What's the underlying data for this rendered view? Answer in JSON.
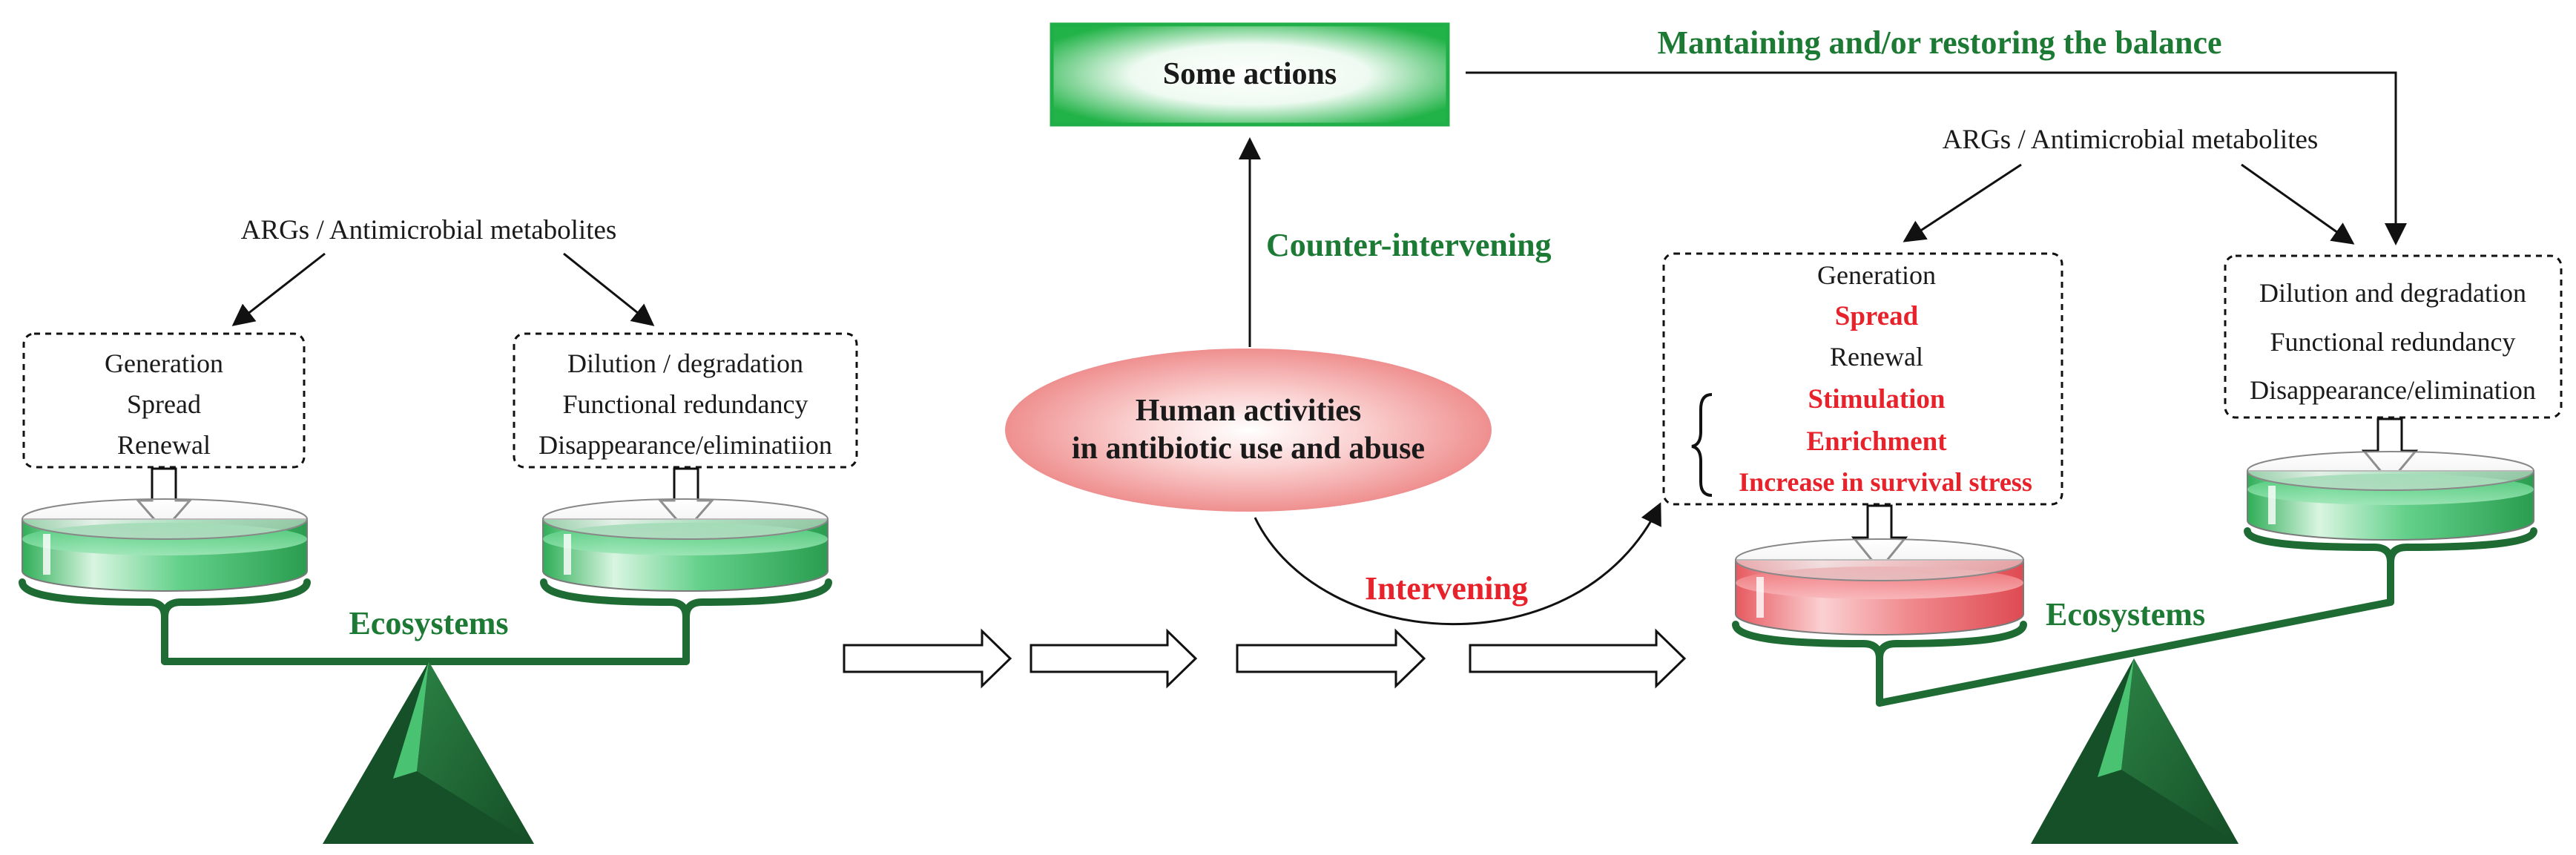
{
  "left_panel": {
    "sources_label": "ARGs / Antimicrobial metabolites",
    "box_left": {
      "lines": [
        "Generation",
        "Spread",
        "Renewal"
      ]
    },
    "box_right": {
      "lines": [
        "Dilution / degradation",
        "Functional redundancy",
        "Disappearance/eliminatiion"
      ]
    },
    "ecosystems_label": "Ecosystems"
  },
  "center": {
    "actions_label": "Some actions",
    "counter_label": "Counter-intervening",
    "human_activities_line1": "Human activities",
    "human_activities_line2": "in antibiotic use and abuse",
    "intervening_label": "Intervening",
    "balance_label": "Mantaining and/or restoring the balance"
  },
  "right_panel": {
    "sources_label": "ARGs / Antimicrobial metabolites",
    "box_left": {
      "lines": [
        {
          "text": "Generation",
          "style": "normal"
        },
        {
          "text": "Spread",
          "style": "red"
        },
        {
          "text": "Renewal",
          "style": "normal"
        },
        {
          "text": "Stimulation",
          "style": "red"
        },
        {
          "text": "Enrichment",
          "style": "red"
        },
        {
          "text": "Increase in survival stress",
          "style": "red"
        }
      ]
    },
    "box_right": {
      "lines": [
        "Dilution and degradation",
        "Functional redundancy",
        "Disappearance/elimination"
      ]
    },
    "ecosystems_label": "Ecosystems"
  },
  "colors": {
    "scale_green": "#1f6b34",
    "text_green": "#1d7a34",
    "accent_red": "#e8222a",
    "dish_green": "#47c573",
    "dish_red": "#ec6d72"
  }
}
